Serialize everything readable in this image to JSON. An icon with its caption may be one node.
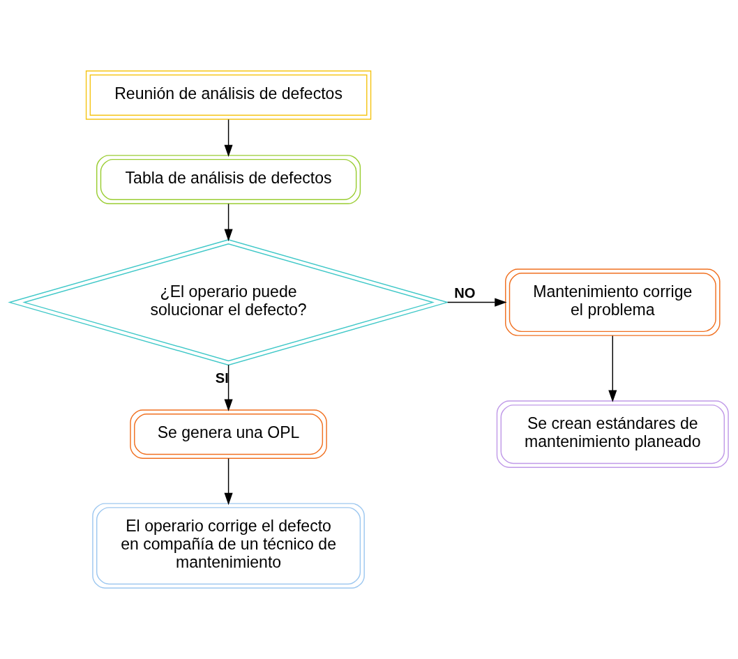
{
  "diagram": {
    "nodes": [
      {
        "text": [
          "Reunión de análisis de defectos"
        ]
      },
      {
        "text": [
          "Tabla de análisis de defectos"
        ]
      },
      {
        "text": [
          "¿El operario puede solucionar el defecto?"
        ]
      },
      {
        "text": [
          "Mantenimiento corrige el problema"
        ]
      },
      {
        "text": [
          "Se crean estándares de mantenimiento planeado"
        ]
      },
      {
        "text": [
          "Se genera una OPL"
        ]
      },
      {
        "text": [
          "El operario corrige el defecto en compañía de un técnico de mantenimiento"
        ]
      }
    ],
    "edges": [
      {
        "from": 0,
        "to": 1,
        "arrow": "to"
      },
      {
        "from": 1,
        "to": 2,
        "arrow": "to"
      },
      {
        "from": 2,
        "to": 3,
        "arrow": "to",
        "label": "NO"
      },
      {
        "from": 3,
        "to": 4,
        "arrow": "to"
      },
      {
        "from": 2,
        "to": 5,
        "arrow": "to",
        "label": "SI"
      },
      {
        "from": 5,
        "to": 6,
        "arrow": "to"
      }
    ]
  }
}
